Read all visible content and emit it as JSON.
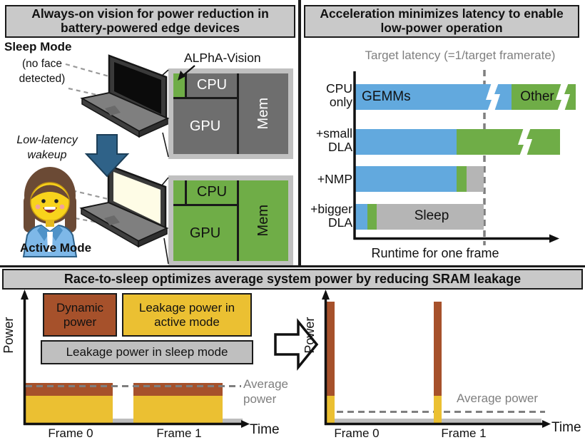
{
  "top_left": {
    "title": "Always-on vision for power reduction in battery-powered edge devices",
    "sleep_mode_label": "Sleep Mode",
    "no_face_note": "(no face detected)",
    "wakeup_label": "Low-latency wakeup",
    "active_mode_label": "Active Mode",
    "alpha_vision_label": "ALPhA-Vision",
    "chip": {
      "cpu": "CPU",
      "gpu": "GPU",
      "mem": "Mem"
    }
  },
  "top_right": {
    "title": "Acceleration minimizes latency to enable low-power operation",
    "target_latency_label": "Target latency (=1/target framerate)",
    "x_axis_label": "Runtime for one frame",
    "rows": [
      {
        "label": "CPU only"
      },
      {
        "label": "+small DLA"
      },
      {
        "label": "+NMP"
      },
      {
        "label": "+bigger DLA"
      }
    ],
    "segments": {
      "gemms": "GEMMs",
      "other": "Other",
      "sleep": "Sleep"
    }
  },
  "bottom": {
    "title": "Race-to-sleep optimizes average system power by reducing SRAM leakage",
    "y_axis_label": "Power",
    "x_axis_label": "Time",
    "legend": {
      "dynamic": "Dynamic power",
      "leak_active": "Leakage power in active mode",
      "leak_sleep": "Leakage power in sleep mode"
    },
    "average_label": "Average power",
    "frames": [
      "Frame 0",
      "Frame 1"
    ]
  },
  "colors": {
    "panel_header_bg": "#C9C9C9",
    "border_black": "#1A1A1A",
    "chip_frame_gray": "#C0C0C0",
    "block_dark_gray": "#6E6E6E",
    "accent_green": "#6FAD47",
    "bar_blue": "#62A9DE",
    "bar_gray": "#B5B5B5",
    "dynamic_brown": "#A6512B",
    "leakage_yellow": "#EBC032",
    "legend_gray": "#BFBFBF",
    "dashed_gray": "#7F7F7F",
    "wakeup_arrow_blue": "#2F6288"
  },
  "chart_data": [
    {
      "id": "latency-per-frame",
      "type": "bar",
      "orientation": "horizontal",
      "title": "Acceleration minimizes latency to enable low-power operation",
      "categories": [
        "CPU only",
        "+small DLA",
        "+NMP",
        "+bigger DLA"
      ],
      "series": [
        {
          "name": "GEMMs",
          "color": "#62A9DE",
          "values": [
            1.21,
            0.78,
            0.78,
            0.09
          ]
        },
        {
          "name": "Other",
          "color": "#6FAD47",
          "values": [
            0.5,
            0.8,
            0.08,
            0.07
          ]
        },
        {
          "name": "Sleep",
          "color": "#B5B5B5",
          "values": [
            0,
            0,
            0.13,
            0.83
          ]
        }
      ],
      "units": "relative runtime, target latency = 1.0",
      "target_line_x": 1.0,
      "axis_breaks": [
        {
          "category": "CPU only",
          "series": "GEMMs"
        },
        {
          "category": "CPU only",
          "series": "Other"
        },
        {
          "category": "+small DLA",
          "series": "Other"
        }
      ],
      "xlabel": "Runtime for one frame",
      "annotation": "Target latency (=1/target framerate)"
    },
    {
      "id": "power-before-race-to-sleep",
      "type": "area",
      "xlabel": "Time",
      "ylabel": "Power",
      "frames": [
        "Frame 0",
        "Frame 1"
      ],
      "active_duty_cycle": 0.81,
      "levels_relative": {
        "leakage_sleep": 0.14,
        "leakage_active": 0.69,
        "dynamic": 0.31,
        "active_total": 1.0,
        "average": 0.91
      }
    },
    {
      "id": "power-after-race-to-sleep",
      "type": "area",
      "xlabel": "Time",
      "ylabel": "Power",
      "frames": [
        "Frame 0",
        "Frame 1"
      ],
      "active_duty_cycle": 0.07,
      "levels_relative": {
        "leakage_sleep": 0.05,
        "leakage_active": 0.23,
        "dynamic": 0.77,
        "active_total": 1.0,
        "average": 0.1
      }
    }
  ]
}
